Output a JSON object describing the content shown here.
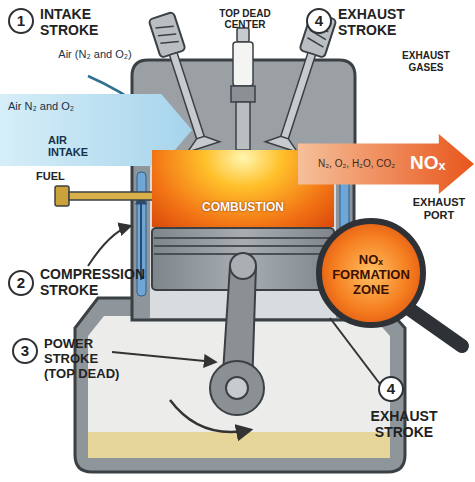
{
  "diagram": {
    "nodes": [
      {
        "text": [
          "1",
          "INTAKE STROKE"
        ]
      },
      {
        "text": [
          "4",
          "EXHAUST STROKE"
        ]
      },
      {
        "text": [
          "Air N₂ and O₂"
        ]
      },
      {
        "text": [
          "COMBUSTION"
        ]
      },
      {
        "text": [
          "N₂, O₂, H₂O, CO₂",
          "NOₓ"
        ]
      },
      {
        "text": [
          "NOₓ FORMATION ZONE"
        ]
      },
      {
        "text": [
          "2",
          "COMPRESSION STROKE"
        ]
      },
      {
        "text": [
          "4",
          "EXHAUST STROKE"
        ]
      },
      {
        "text": [
          "3",
          "POWER STROKE (TOP DEAD)"
        ]
      }
    ],
    "labels": [
      "TOP DEAD CENTER",
      "Air (N₂ and O₂)",
      "AIR INTAKE",
      "FUEL",
      "EXHAUST GASES",
      "EXHAUST PORT"
    ]
  }
}
